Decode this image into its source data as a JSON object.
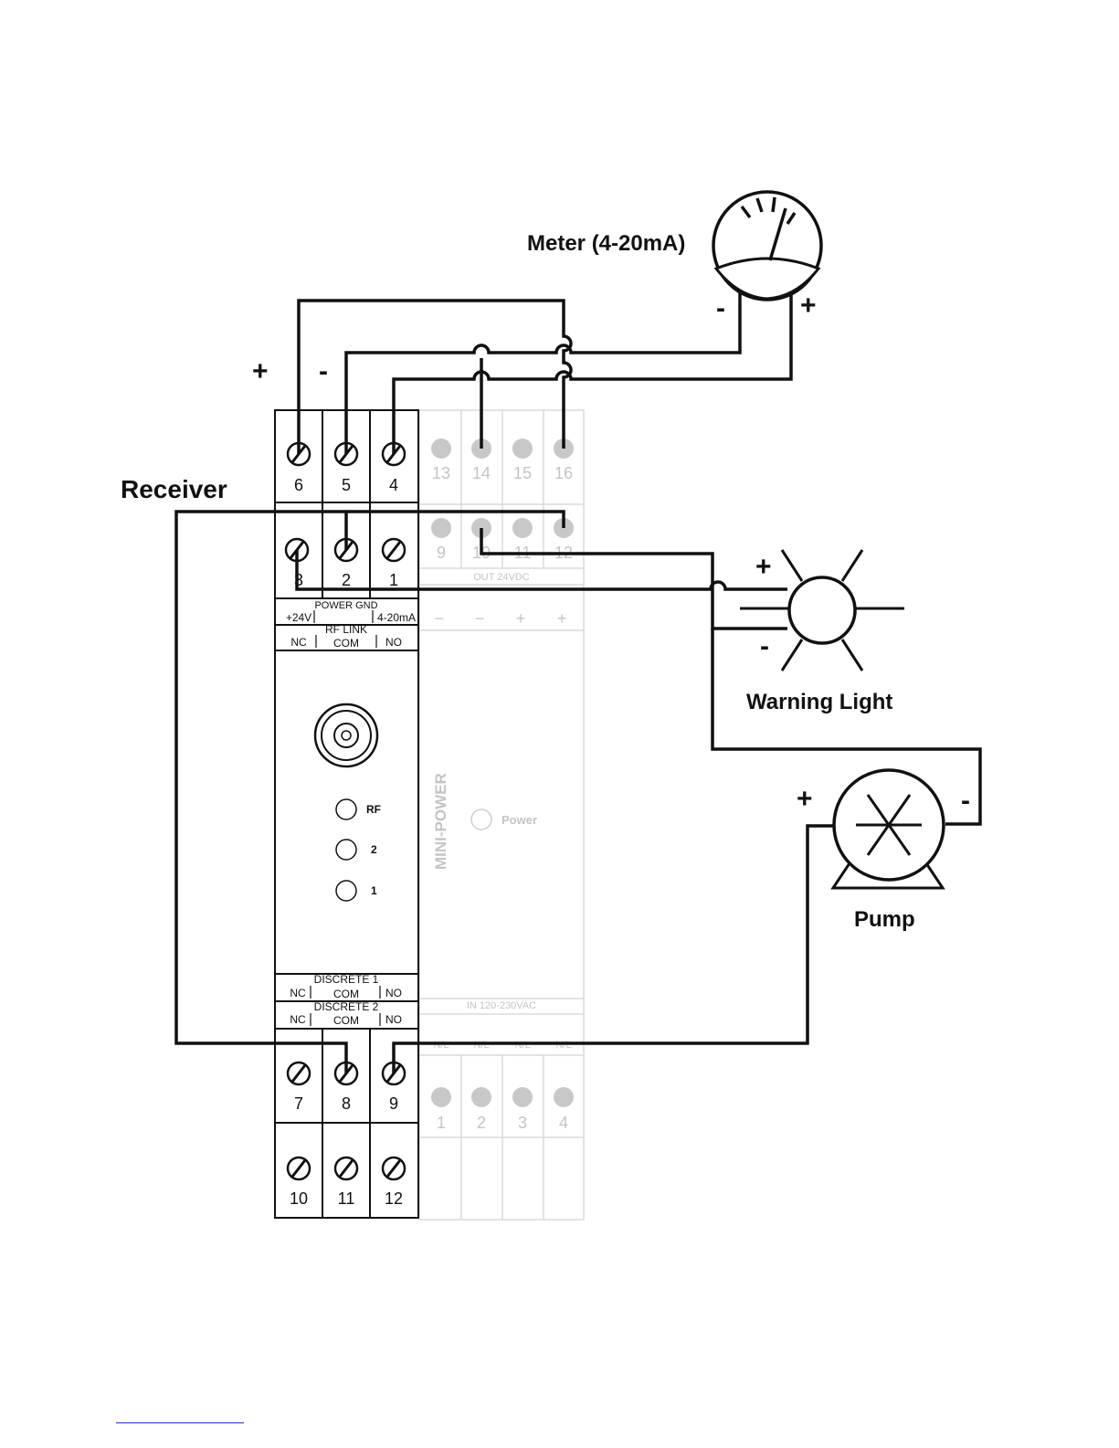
{
  "components": {
    "receiver": "Receiver",
    "meter": "Meter (4-20mA)",
    "warning_light": "Warning Light",
    "pump": "Pump",
    "power_supply": "MINI-POWER"
  },
  "polarity": {
    "plus": "+",
    "minus": "-"
  },
  "receiver_terminals": {
    "top_row": [
      "6",
      "5",
      "4"
    ],
    "second_row": [
      "3",
      "2",
      "1"
    ],
    "power_labels": [
      "+24V",
      "POWER GND",
      "4-20mA"
    ],
    "rf_link_title": "RF LINK",
    "rf_link_labels": [
      "NC",
      "COM",
      "NO"
    ],
    "leds": [
      "RF",
      "2",
      "1"
    ],
    "discrete1_title": "DISCRETE 1",
    "discrete1_labels": [
      "NC",
      "COM",
      "NO"
    ],
    "discrete2_title": "DISCRETE 2",
    "discrete2_labels": [
      "NC",
      "COM",
      "NO"
    ],
    "bottom_row1": [
      "7",
      "8",
      "9"
    ],
    "bottom_row2": [
      "10",
      "11",
      "12"
    ]
  },
  "power_supply_terminals": {
    "top_row": [
      "13",
      "14",
      "15",
      "16"
    ],
    "second_row": [
      "9",
      "10",
      "11",
      "12"
    ],
    "out_label": "OUT 24VDC",
    "out_signs": [
      "−",
      "−",
      "+",
      "+"
    ],
    "power_led": "Power",
    "in_label": "IN 120-230VAC",
    "in_signs": [
      "N/L",
      "N/L",
      "N/L",
      "N/L"
    ],
    "bottom_row": [
      "1",
      "2",
      "3",
      "4"
    ]
  }
}
